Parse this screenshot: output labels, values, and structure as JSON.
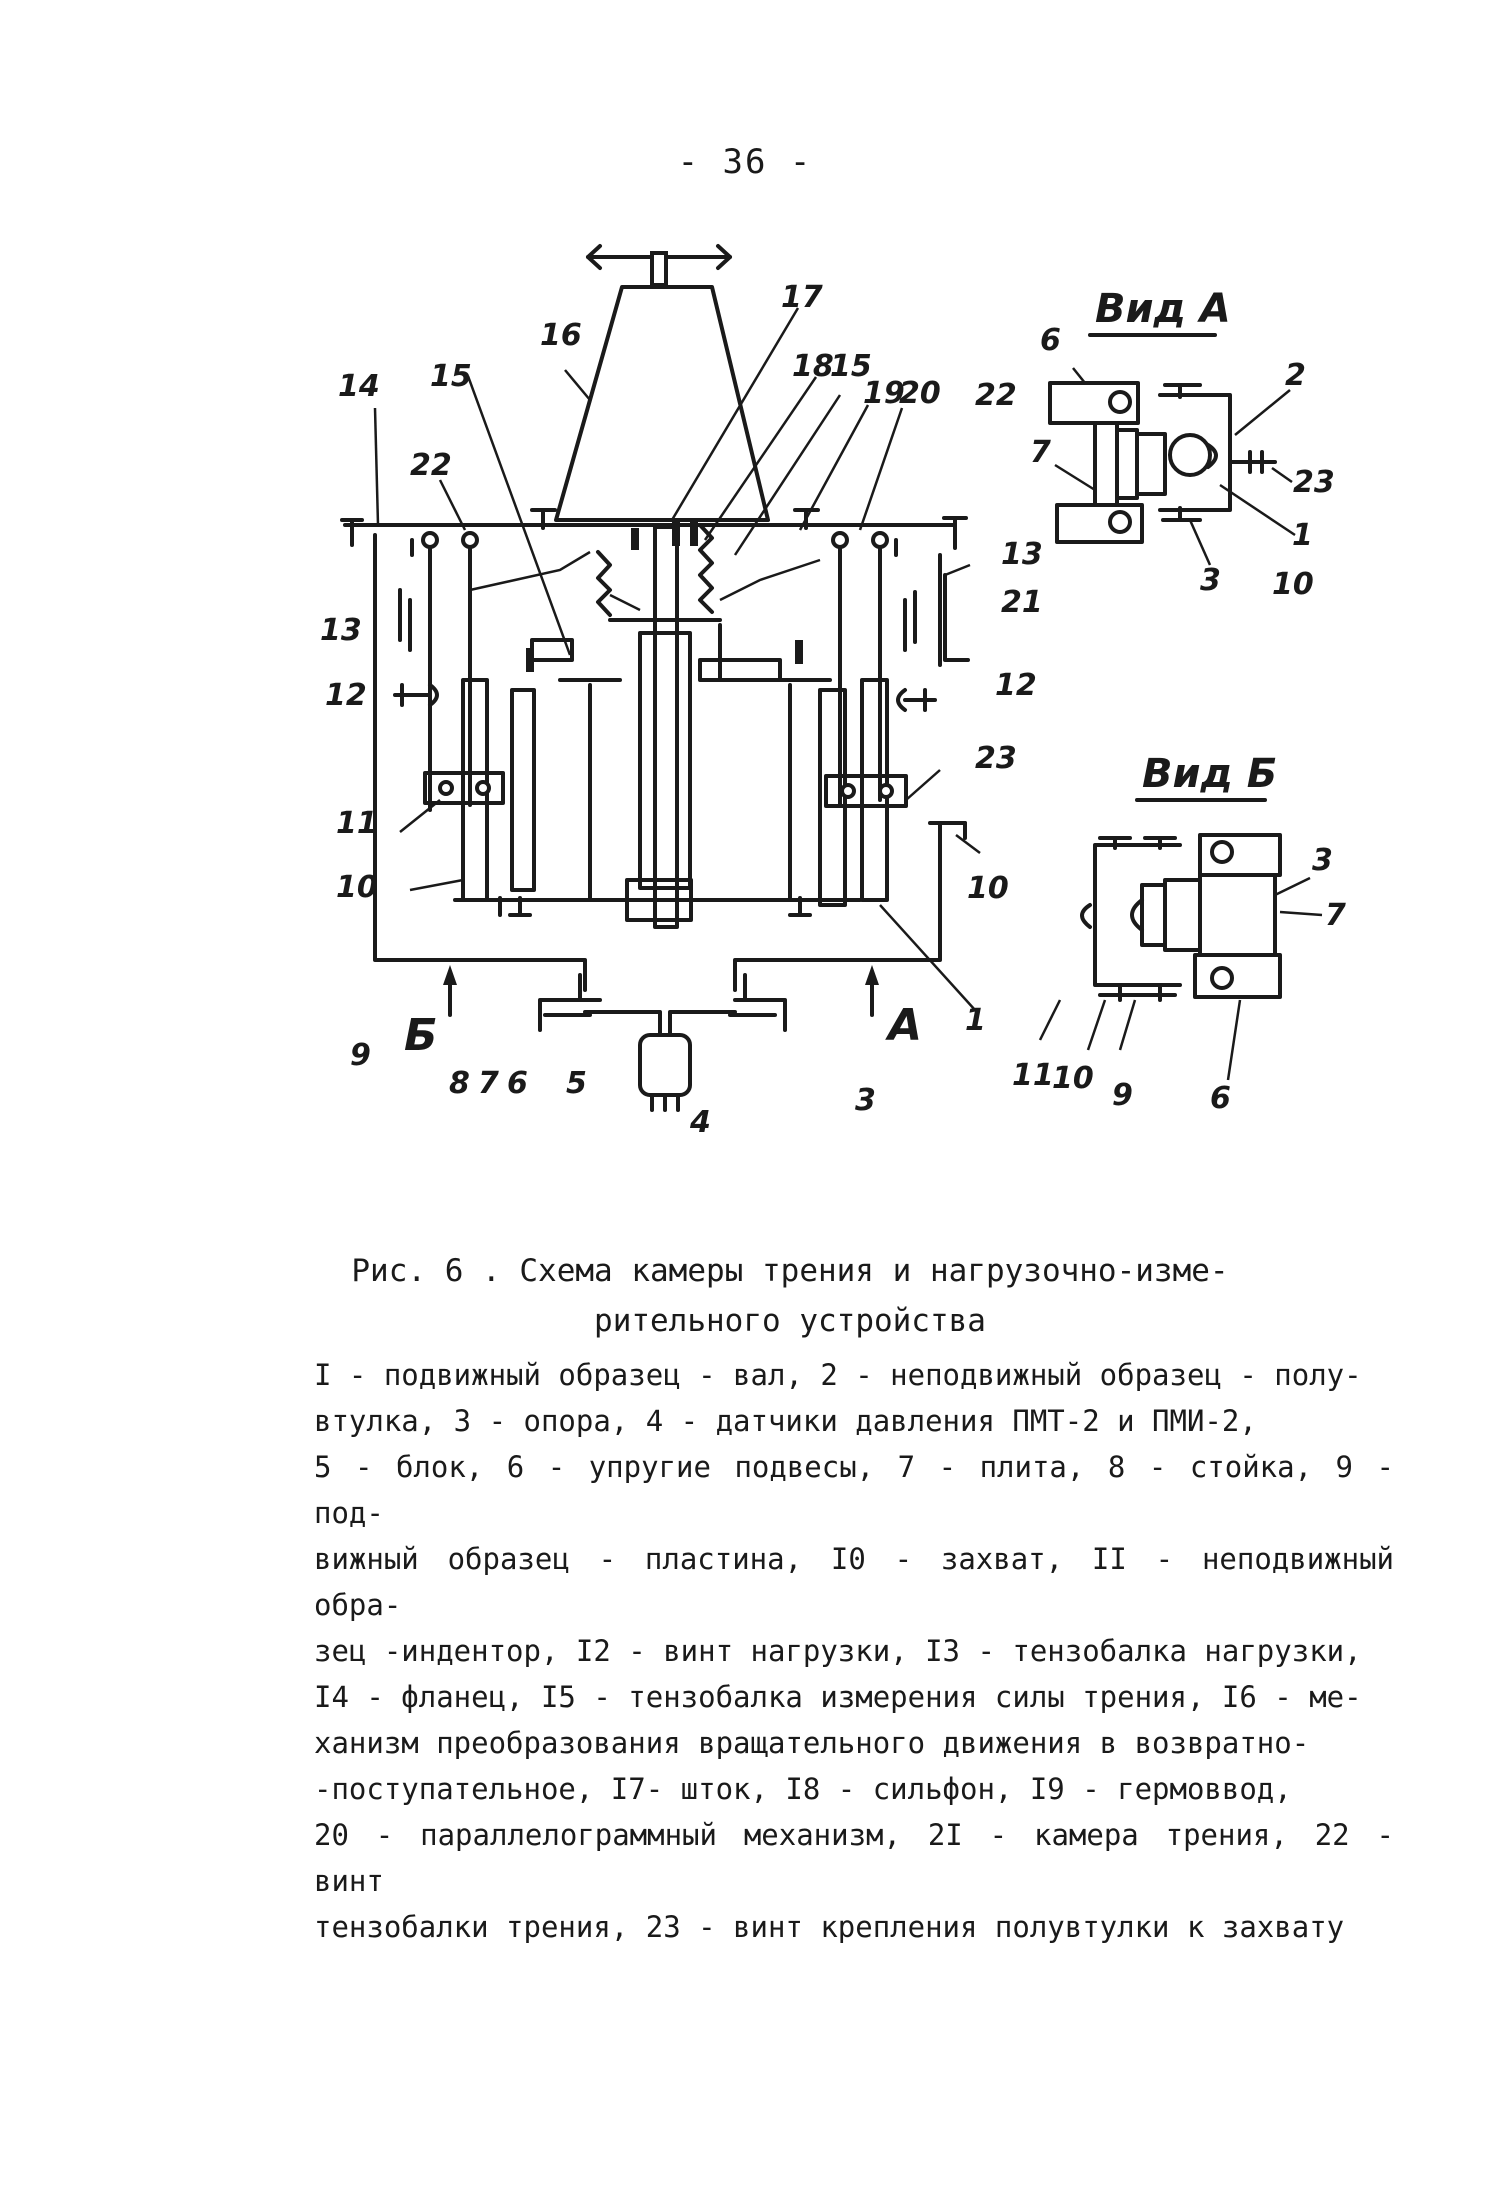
{
  "page_number": "- 36 -",
  "figure": {
    "view_a_title": "Вид А",
    "view_b_title": "Вид Б",
    "arrow_a": "А",
    "arrow_b": "Б",
    "labels": {
      "n1": "1",
      "n2": "2",
      "n3": "3",
      "n4": "4",
      "n5": "5",
      "n6": "6",
      "n7": "7",
      "n8": "8",
      "n9": "9",
      "n10": "10",
      "n11": "11",
      "n12": "12",
      "n13": "13",
      "n14": "14",
      "n15": "15",
      "n16": "16",
      "n17": "17",
      "n18": "18",
      "n19": "19",
      "n20": "20",
      "n21": "21",
      "n22": "22",
      "n23": "23"
    }
  },
  "caption": {
    "line1": "Рис. 6 .  Схема камеры трения и нагрузочно-изме-",
    "line2": "рительного устройства"
  },
  "legend": [
    "I - подвижный образец - вал, 2 - неподвижный образец - полу-",
    "втулка, 3 - опора, 4 - датчики давления ПМТ-2 и ПМИ-2,",
    "5 - блок, 6 - упругие подвесы, 7 - плита, 8 - стойка, 9 - под-",
    "вижный образец - пластина, I0 - захват, II - неподвижный обра-",
    "зец -индентор, I2 - винт нагрузки, I3 - тензобалка нагрузки,",
    "I4 - фланец, I5 - тензобалка измерения силы трения, I6 - ме-",
    "ханизм преобразования вращательного движения в возвратно-",
    "-поступательное, I7- шток, I8 - сильфон, I9 - гермоввод,",
    "20 - параллелограммный механизм, 2I - камера трения, 22 - винт",
    "тензобалки трения, 23 - винт крепления полувтулки к захвату"
  ]
}
